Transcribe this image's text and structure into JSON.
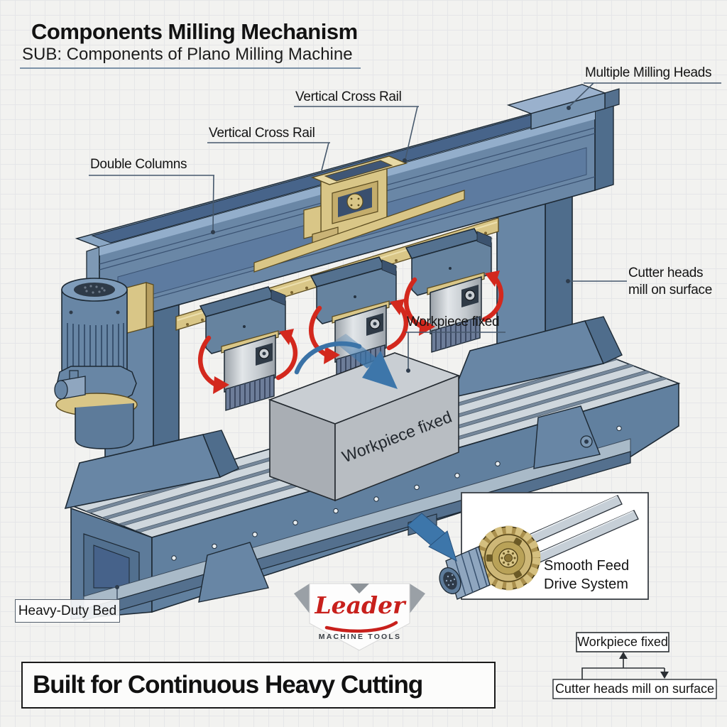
{
  "header": {
    "title": "Components Milling Mechanism",
    "subtitle": "SUB: Components of Plano Milling Machine"
  },
  "labels": {
    "multiple_milling_heads": "Multiple Milling Heads",
    "vertical_cross_rail_top": "Vertical Cross Rail",
    "vertical_cross_rail_mid": "Vertical Cross Rail",
    "double_columns": "Double Columns",
    "cutter_heads_line1": "Cutter heads",
    "cutter_heads_line2": "mill on surface",
    "workpiece_fixed": "Workpiece fixed",
    "heavy_duty_bed": "Heavy-Duty Bed"
  },
  "workpiece": {
    "surface_text": "Workpiece fixed"
  },
  "inset": {
    "label_line1": "Smooth Feed",
    "label_line2": "Drive System"
  },
  "logo": {
    "brand": "Leader",
    "tagline": "MACHINE TOOLS"
  },
  "banner": {
    "text": "Built for Continuous Heavy Cutting"
  },
  "flowchart": {
    "top_box": "Workpiece fixed",
    "bottom_box": "Cutter heads mill on surface"
  },
  "colors": {
    "machine_blue": "#6a87a6",
    "machine_blue_dark": "#4f6d8c",
    "machine_blue_light": "#8aa6c3",
    "rail_gold": "#d9c687",
    "rotation_arrow_red": "#d3281d",
    "feed_arrow_blue": "#3d76aa",
    "brand_red": "#c8201c",
    "table_gray": "#cfd7dd",
    "workpiece_gray": "#b8bdc2"
  }
}
